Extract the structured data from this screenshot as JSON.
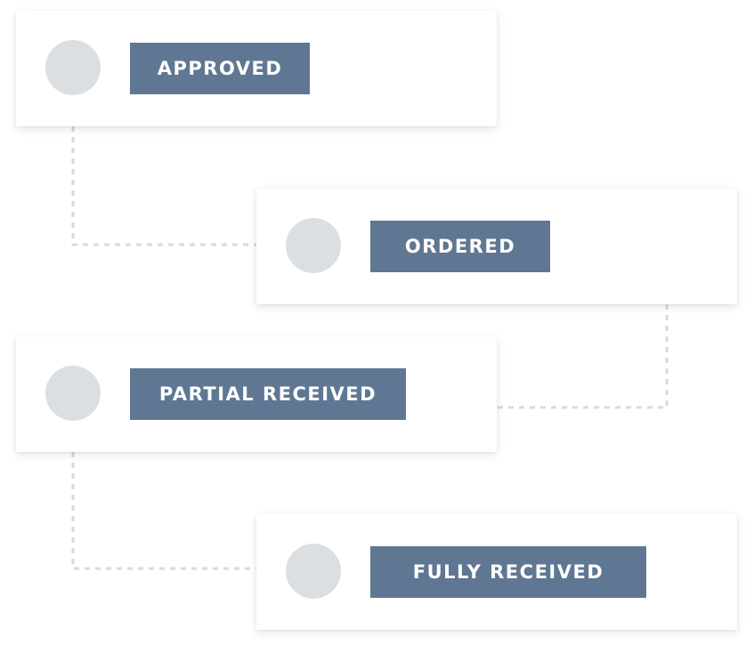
{
  "colors": {
    "label_background": "#5f7792",
    "label_text": "#ffffff",
    "status_dot": "#dcdfe1",
    "connector": "#d9d9d9",
    "card_background": "#ffffff"
  },
  "steps": [
    {
      "label": "APPROVED"
    },
    {
      "label": "ORDERED"
    },
    {
      "label": "PARTIAL RECEIVED"
    },
    {
      "label": "FULLY RECEIVED"
    }
  ]
}
